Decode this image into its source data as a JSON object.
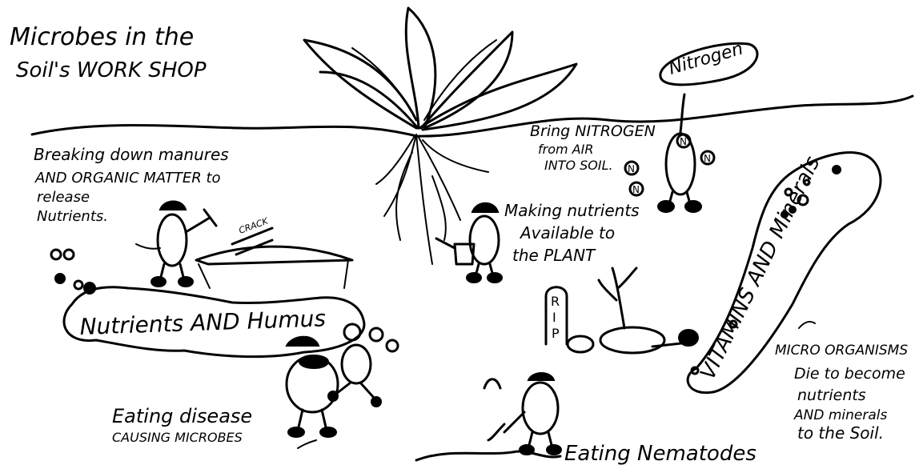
{
  "title": {
    "line1": "Microbes in the",
    "line2": "Soil's WORK SHOP"
  },
  "labels": {
    "nitrogen_balloon": "Nitrogen",
    "bring_nitrogen_1": "Bring NITROGEN",
    "bring_nitrogen_2": "from AIR",
    "bring_nitrogen_3": "INTO SOIL.",
    "nitrogen_symbol": "N",
    "breaking_1": "Breaking down manures",
    "breaking_2": "AND ORGANIC MATTER to",
    "breaking_3": "release",
    "breaking_4": "Nutrients.",
    "crack": "CRACK",
    "making_1": "Making nutrients",
    "making_2": "Available to",
    "making_3": "the PLANT",
    "nutrients_humus": "Nutrients AND Humus",
    "rip_letters": [
      "R",
      "I",
      "P"
    ],
    "vitamins_minerals": "VITAMINS AND Minerals",
    "die_1": "MICRO ORGANISMS",
    "die_2": "Die to become",
    "die_3": "nutrients",
    "die_4": "AND minerals",
    "die_5": "to the Soil.",
    "eating_disease_1": "Eating disease",
    "eating_disease_2": "CAUSING MICROBES",
    "eating_nematodes": "Eating Nematodes"
  }
}
